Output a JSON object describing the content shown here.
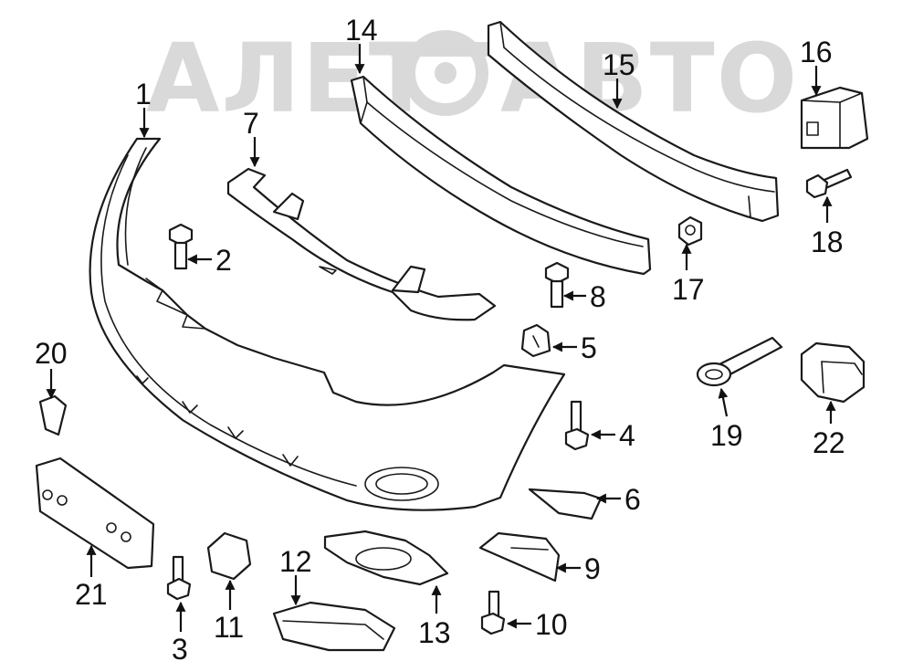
{
  "watermark": {
    "text": "АЛЕТОАВТО",
    "color": "#d9d9d9"
  },
  "callouts": [
    {
      "id": "1",
      "label": "1"
    },
    {
      "id": "2",
      "label": "2"
    },
    {
      "id": "3",
      "label": "3"
    },
    {
      "id": "4",
      "label": "4"
    },
    {
      "id": "5",
      "label": "5"
    },
    {
      "id": "6",
      "label": "6"
    },
    {
      "id": "7",
      "label": "7"
    },
    {
      "id": "8",
      "label": "8"
    },
    {
      "id": "9",
      "label": "9"
    },
    {
      "id": "10",
      "label": "10"
    },
    {
      "id": "11",
      "label": "11"
    },
    {
      "id": "12",
      "label": "12"
    },
    {
      "id": "13",
      "label": "13"
    },
    {
      "id": "14",
      "label": "14"
    },
    {
      "id": "15",
      "label": "15"
    },
    {
      "id": "16",
      "label": "16"
    },
    {
      "id": "17",
      "label": "17"
    },
    {
      "id": "18",
      "label": "18"
    },
    {
      "id": "19",
      "label": "19"
    },
    {
      "id": "20",
      "label": "20"
    },
    {
      "id": "21",
      "label": "21"
    },
    {
      "id": "22",
      "label": "22"
    }
  ]
}
